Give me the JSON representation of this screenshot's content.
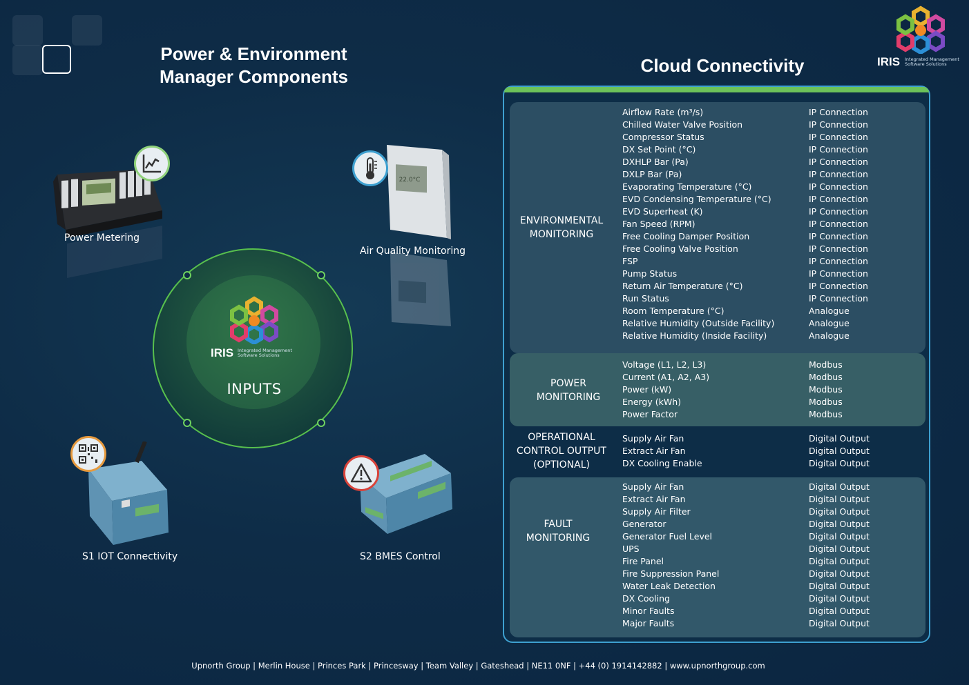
{
  "header": {
    "title_line1": "Power & Environment",
    "title_line2": "Manager Components",
    "cloud_title": "Cloud Connectivity"
  },
  "logo": {
    "word": "IRIS",
    "sub": "Integrated Management Software Solutions"
  },
  "devices": {
    "power_metering": "Power Metering",
    "air_quality": "Air Quality Monitoring",
    "s1": "S1 IOT Connectivity",
    "s2": "S2 BMES Control",
    "lcd_reading": "22.0°C"
  },
  "center": {
    "label": "INPUTS"
  },
  "sections": {
    "environmental": {
      "title_line1": "ENVIRONMENTAL",
      "title_line2": "MONITORING",
      "rows": [
        {
          "name": "Airflow Rate (m³/s)",
          "conn": "IP Connection"
        },
        {
          "name": "Chilled Water Valve Position",
          "conn": "IP Connection"
        },
        {
          "name": "Compressor Status",
          "conn": "IP Connection"
        },
        {
          "name": "DX Set Point (°C)",
          "conn": "IP Connection"
        },
        {
          "name": "DXHLP Bar (Pa)",
          "conn": "IP Connection"
        },
        {
          "name": "DXLP Bar (Pa)",
          "conn": "IP Connection"
        },
        {
          "name": "Evaporating Temperature (°C)",
          "conn": "IP Connection"
        },
        {
          "name": "EVD Condensing Temperature (°C)",
          "conn": "IP Connection"
        },
        {
          "name": "EVD Superheat (K)",
          "conn": "IP Connection"
        },
        {
          "name": "Fan Speed (RPM)",
          "conn": "IP Connection"
        },
        {
          "name": "Free Cooling Damper Position",
          "conn": "IP Connection"
        },
        {
          "name": "Free Cooling Valve Position",
          "conn": "IP Connection"
        },
        {
          "name": "FSP",
          "conn": "IP Connection"
        },
        {
          "name": "Pump Status",
          "conn": "IP Connection"
        },
        {
          "name": "Return Air Temperature (°C)",
          "conn": "IP Connection"
        },
        {
          "name": "Run Status",
          "conn": "IP Connection"
        },
        {
          "name": "Room Temperature (°C)",
          "conn": "Analogue"
        },
        {
          "name": "Relative Humidity (Outside Facility)",
          "conn": "Analogue"
        },
        {
          "name": "Relative Humidity (Inside Facility)",
          "conn": "Analogue"
        }
      ]
    },
    "power": {
      "title_line1": "POWER",
      "title_line2": "MONITORING",
      "rows": [
        {
          "name": "Voltage (L1, L2, L3)",
          "conn": "Modbus"
        },
        {
          "name": "Current (A1, A2, A3)",
          "conn": "Modbus"
        },
        {
          "name": "Power (kW)",
          "conn": "Modbus"
        },
        {
          "name": "Energy (kWh)",
          "conn": "Modbus"
        },
        {
          "name": "Power Factor",
          "conn": "Modbus"
        }
      ]
    },
    "operational": {
      "title_line1": "OPERATIONAL",
      "title_line2": "CONTROL OUTPUT",
      "title_line3": "(OPTIONAL)",
      "rows": [
        {
          "name": "Supply Air Fan",
          "conn": "Digital Output"
        },
        {
          "name": "Extract Air Fan",
          "conn": "Digital Output"
        },
        {
          "name": "DX Cooling Enable",
          "conn": "Digital Output"
        }
      ]
    },
    "fault": {
      "title_line1": "FAULT",
      "title_line2": "MONITORING",
      "rows": [
        {
          "name": "Supply Air Fan",
          "conn": "Digital Output"
        },
        {
          "name": "Extract Air Fan",
          "conn": "Digital Output"
        },
        {
          "name": "Supply Air Filter",
          "conn": "Digital Output"
        },
        {
          "name": "Generator",
          "conn": "Digital Output"
        },
        {
          "name": "Generator Fuel Level",
          "conn": "Digital Output"
        },
        {
          "name": "UPS",
          "conn": "Digital Output"
        },
        {
          "name": "Fire Panel",
          "conn": "Digital Output"
        },
        {
          "name": "Fire Suppression Panel",
          "conn": "Digital Output"
        },
        {
          "name": "Water Leak Detection",
          "conn": "Digital Output"
        },
        {
          "name": "DX Cooling",
          "conn": "Digital Output"
        },
        {
          "name": "Minor Faults",
          "conn": "Digital Output"
        },
        {
          "name": "Major Faults",
          "conn": "Digital Output"
        }
      ]
    }
  },
  "footer": "Upnorth Group | Merlin House | Princes Park | Princesway | Team Valley | Gateshead | NE11 0NF  | +44 (0) 1914142882 | www.upnorthgroup.com",
  "colors": {
    "accent_green": "#6cc25a",
    "panel_border": "#3ea0d0",
    "background": "#0e2c47"
  }
}
